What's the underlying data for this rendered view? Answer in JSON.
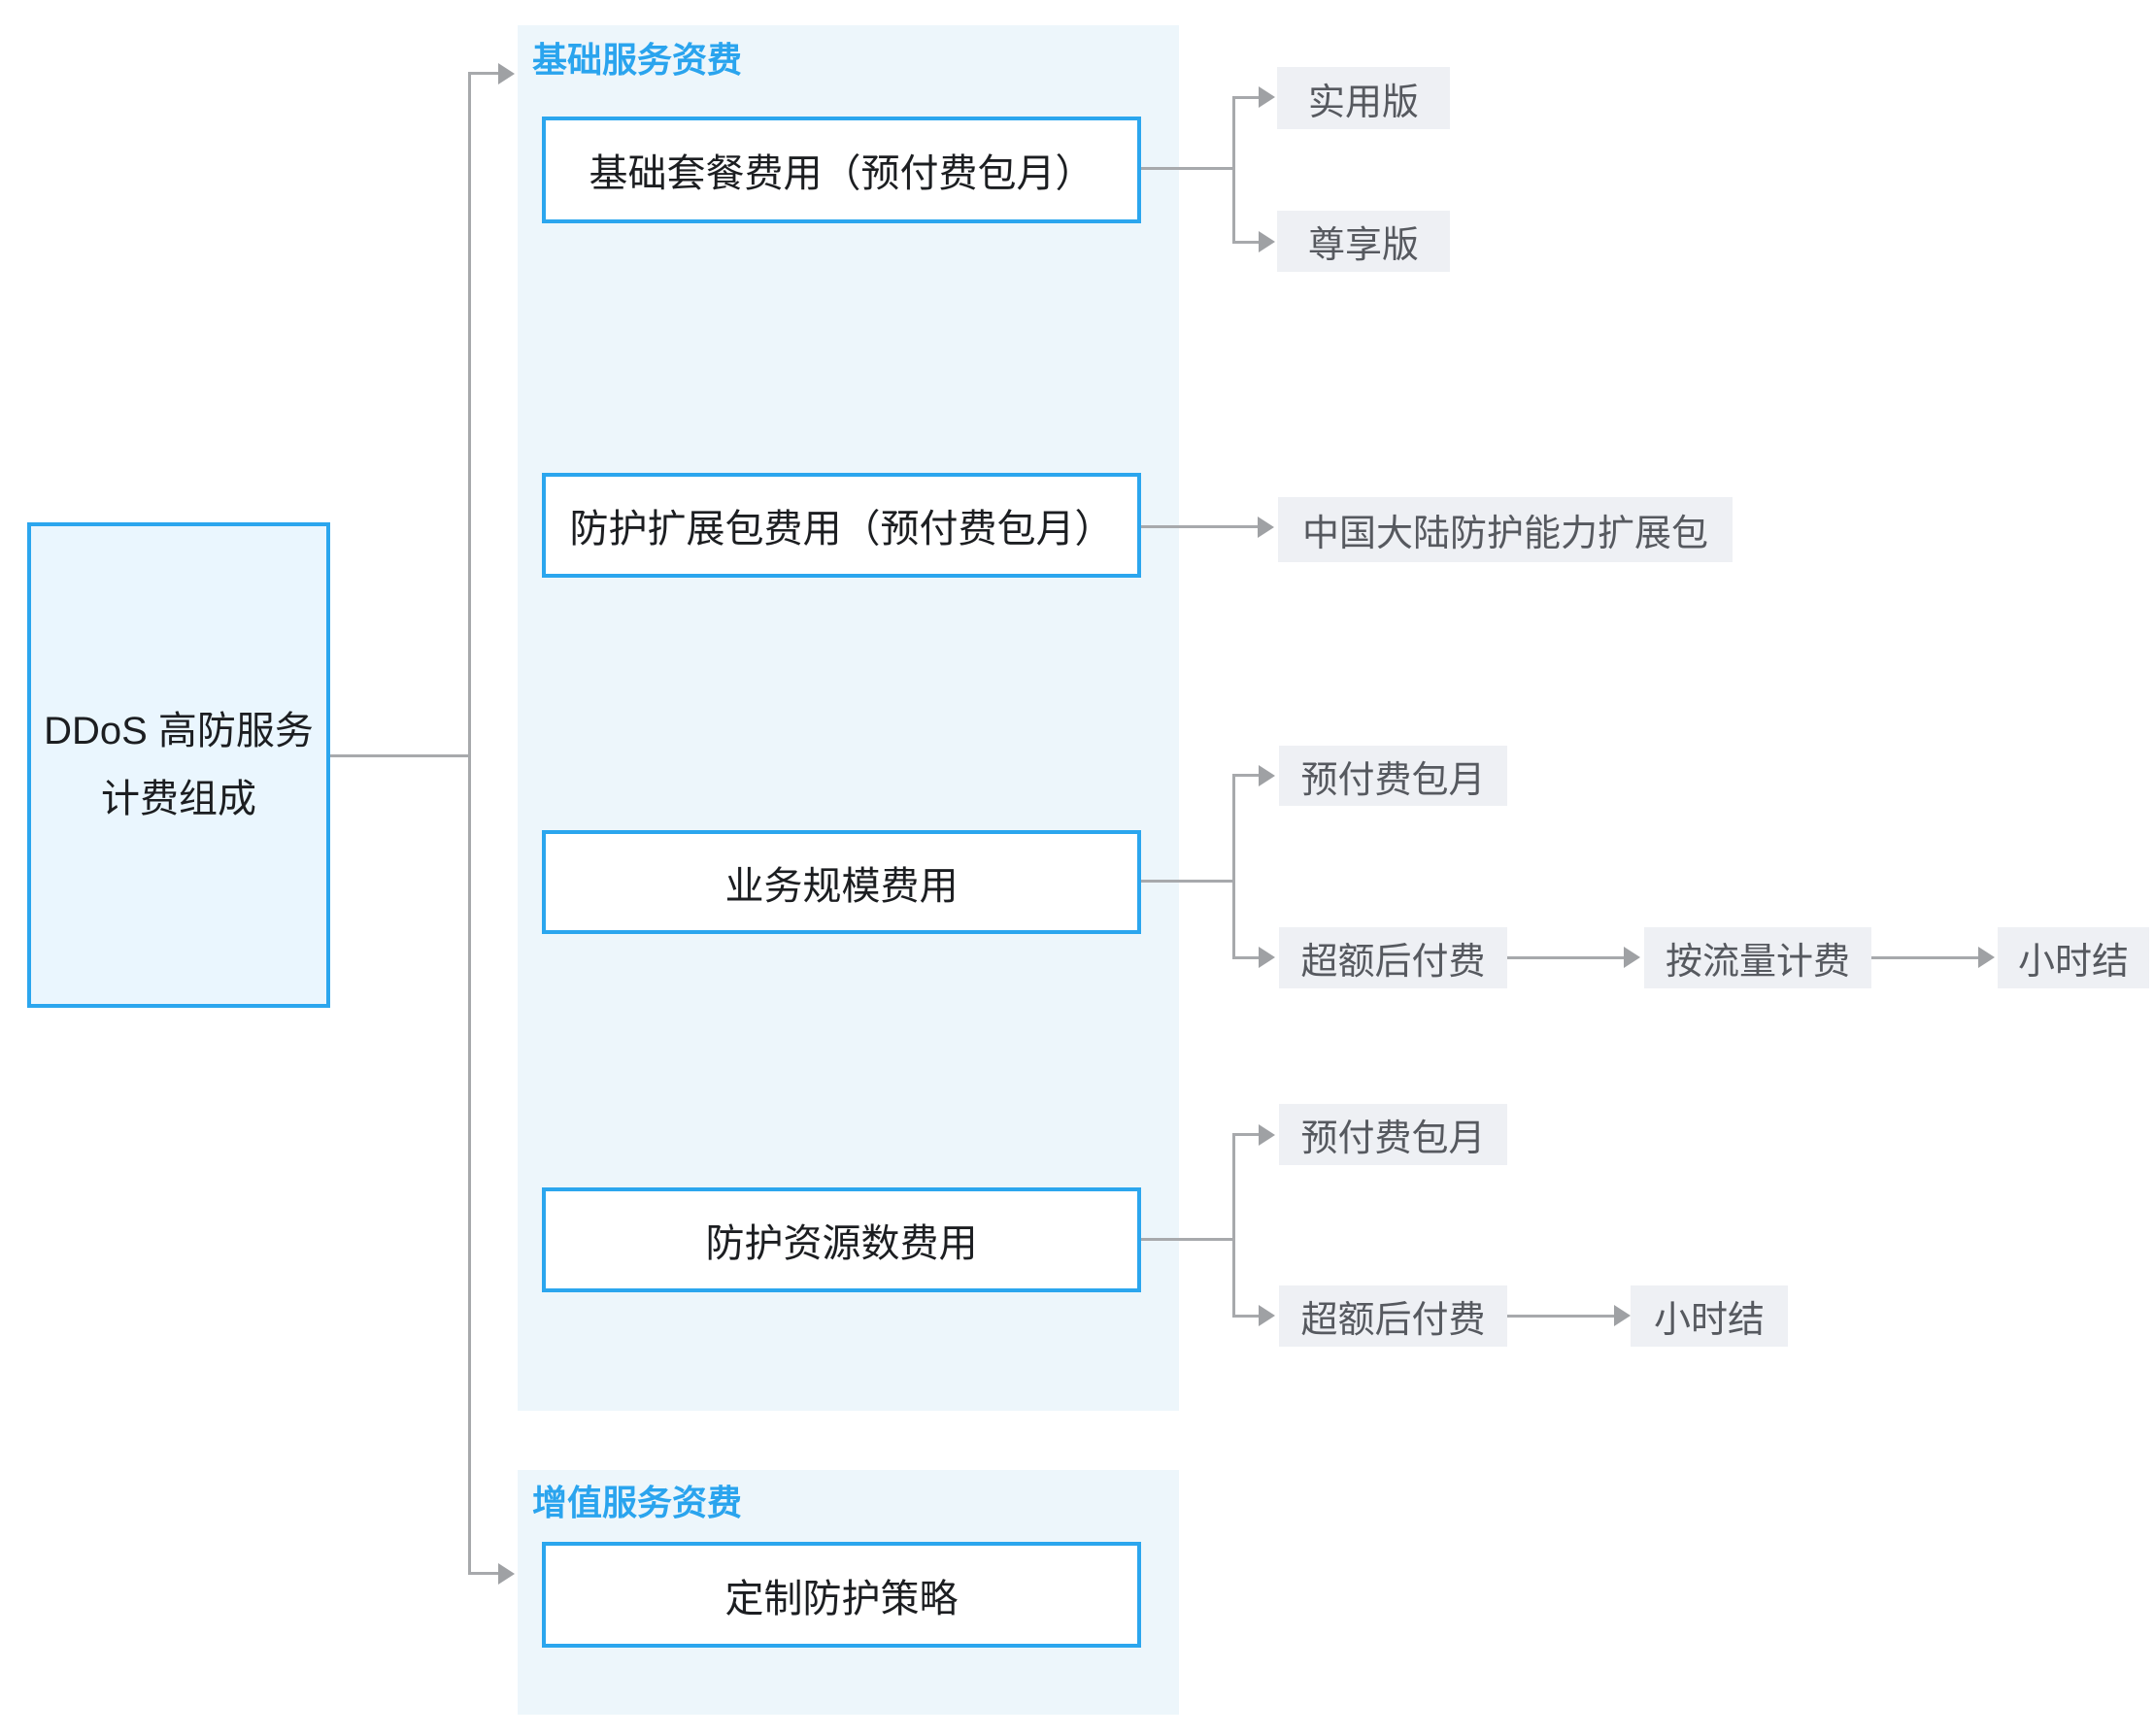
{
  "root": {
    "line1": "DDoS 高防服务",
    "line2": "计费组成"
  },
  "groups": [
    {
      "title": "基础服务资费",
      "branches": [
        {
          "box": "基础套餐费用（预付费包月）",
          "children": [
            "实用版",
            "尊享版"
          ]
        },
        {
          "box": "防护扩展包费用（预付费包月）",
          "children": [
            "中国大陆防护能力扩展包"
          ]
        },
        {
          "box": "业务规模费用",
          "children": [
            "预付费包月",
            "超额后付费",
            "按流量计费",
            "小时结"
          ]
        },
        {
          "box": "防护资源数费用",
          "children": [
            "预付费包月",
            "超额后付费",
            "小时结"
          ]
        }
      ]
    },
    {
      "title": "增值服务资费",
      "branches": [
        {
          "box": "定制防护策略",
          "children": []
        }
      ]
    }
  ],
  "colors": {
    "accent_blue": "#2ba6ee",
    "title_blue": "#2aa4ee",
    "panel_bg": "#edf6fb",
    "root_bg": "#eaf6fe",
    "chip_bg": "#eef0f4",
    "chip_text": "#56595f",
    "box_text": "#1c1e21",
    "line_gray": "#a7a9ac"
  }
}
